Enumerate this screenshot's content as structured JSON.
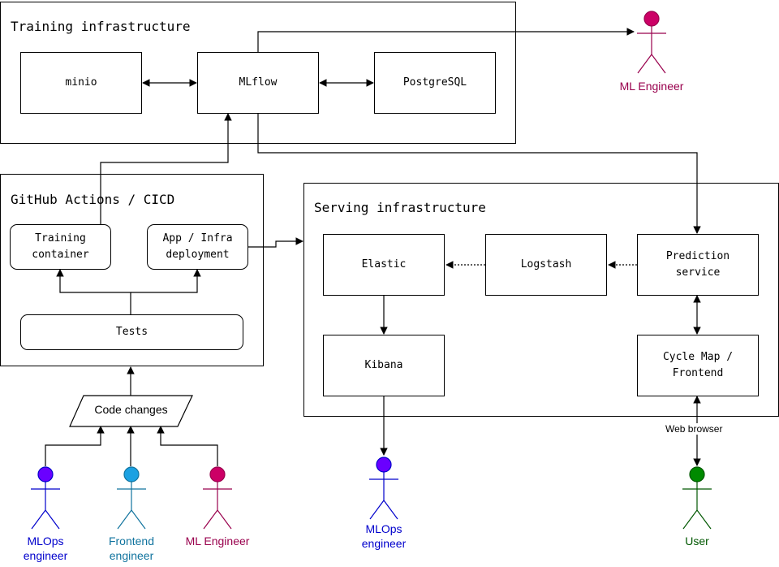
{
  "groups": {
    "training": {
      "title": "Training infrastructure"
    },
    "cicd": {
      "title": "GitHub Actions / CICD"
    },
    "serving": {
      "title": "Serving infrastructure"
    }
  },
  "nodes": {
    "minio": "minio",
    "mlflow": "MLflow",
    "postgres": "PostgreSQL",
    "training_container": "Training\ncontainer",
    "app_infra": "App / Infra\ndeployment",
    "tests": "Tests",
    "code_changes": "Code changes",
    "elastic": "Elastic",
    "logstash": "Logstash",
    "prediction": "Prediction\nservice",
    "kibana": "Kibana",
    "cycle_map": "Cycle Map /\nFrontend"
  },
  "edge_labels": {
    "web_browser": "Web browser"
  },
  "actors": {
    "ml_engineer_top": {
      "label": "ML Engineer",
      "color": "#cc0066",
      "text_color": "#99004d"
    },
    "mlops_engineer_left": {
      "label": "MLOps\nengineer",
      "color": "#6a00ff",
      "text_color": "#0000cc"
    },
    "frontend_engineer": {
      "label": "Frontend\nengineer",
      "color": "#1ba1e2",
      "text_color": "#10739e"
    },
    "ml_engineer_bottom": {
      "label": "ML Engineer",
      "color": "#cc0066",
      "text_color": "#99004d"
    },
    "mlops_engineer_mid": {
      "label": "MLOps\nengineer",
      "color": "#6a00ff",
      "text_color": "#0000cc"
    },
    "user": {
      "label": "User",
      "color": "#008a00",
      "text_color": "#005700"
    }
  }
}
